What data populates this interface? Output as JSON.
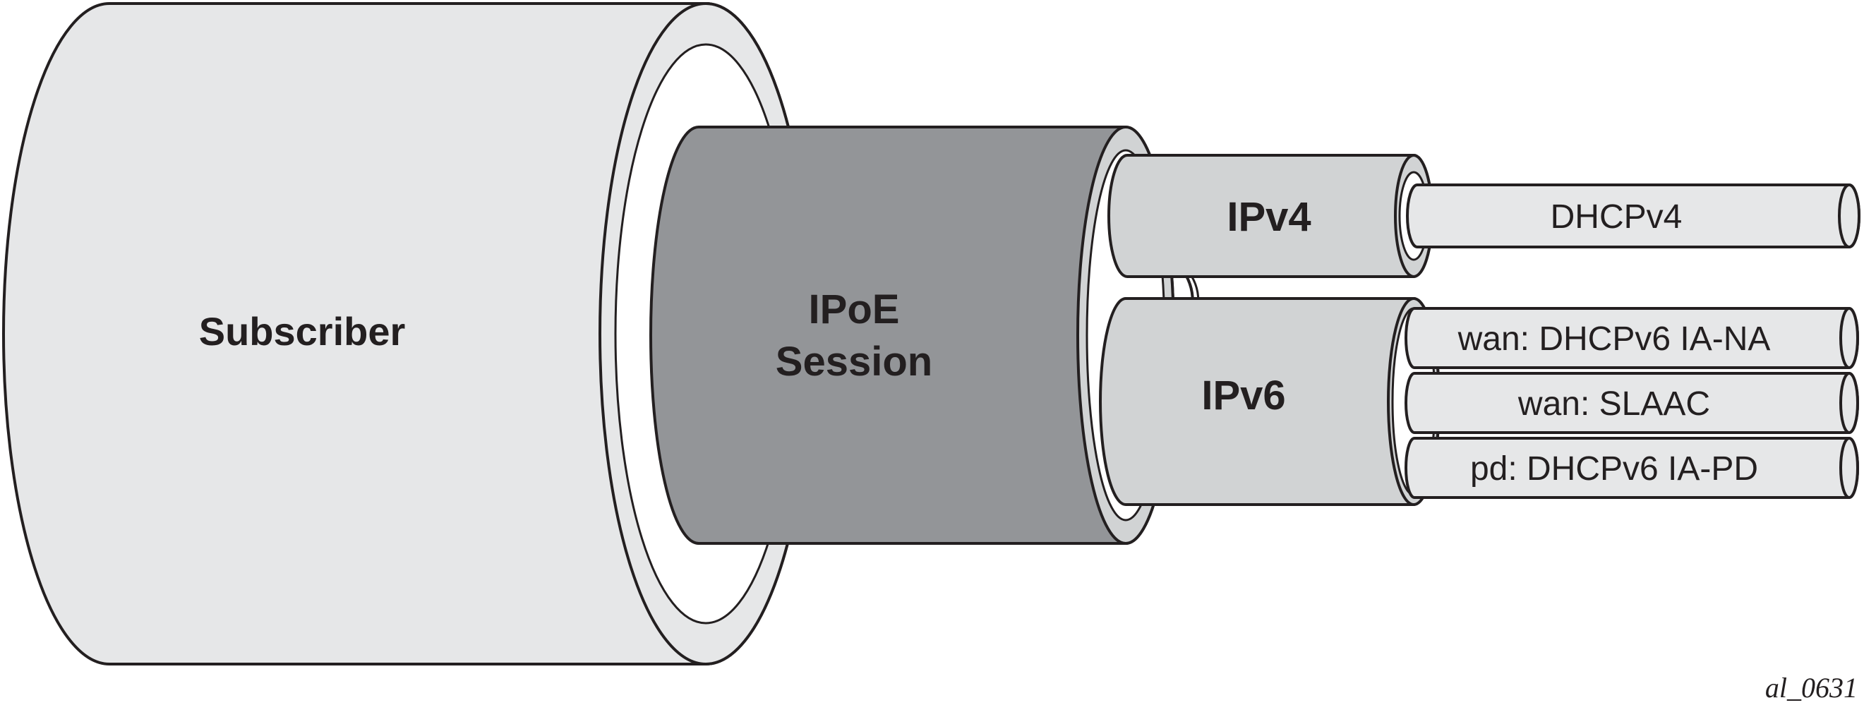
{
  "diagram": {
    "subscriber": "Subscriber",
    "session_line1": "IPoE",
    "session_line2": "Session",
    "ipv4": "IPv4",
    "ipv6": "IPv6",
    "dhcpv4": "DHCPv4",
    "wan_dhcpv6": "wan: DHCPv6 IA-NA",
    "wan_slaac": "wan: SLAAC",
    "pd_dhcpv6": "pd: DHCPv6 IA-PD",
    "figure_id": "al_0631"
  },
  "colors": {
    "outline": "#231f20",
    "subscriber_fill": "#e6e7e8",
    "session_fill": "#939598",
    "inner_fill": "#ffffff",
    "protocol_fill": "#d1d3d4",
    "method_fill": "#e6e7e8"
  }
}
